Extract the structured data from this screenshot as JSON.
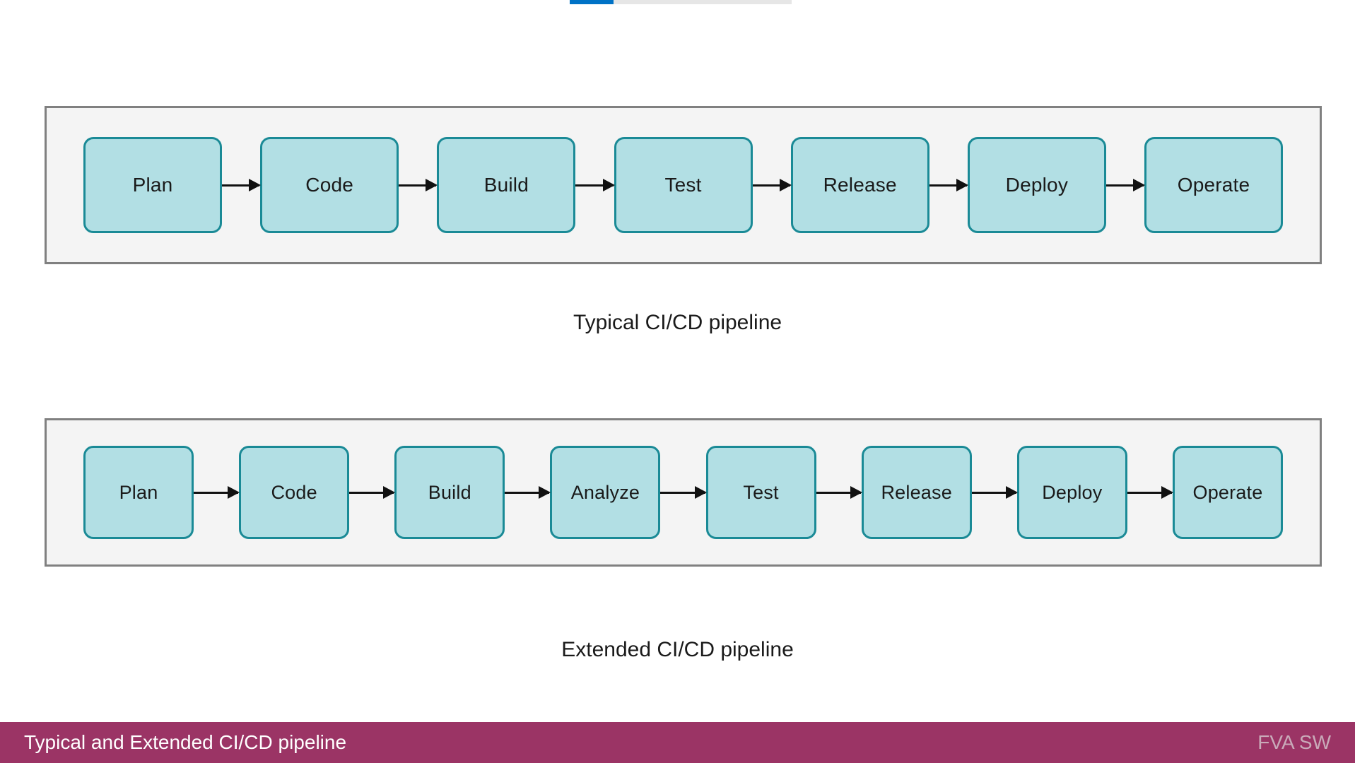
{
  "progress": {
    "name": "slide-progress-bar",
    "fill_color": "#0072c6",
    "track_color": "#e6e6e6",
    "percent": 20
  },
  "colors": {
    "node_fill": "#b2dfe4",
    "node_border": "#1a8a96",
    "panel_fill": "#f4f4f4",
    "panel_border": "#808080",
    "arrow": "#111111",
    "footer_bar": "#9b3465",
    "footer_title_text": "#ffffff",
    "footer_brand_text": "#c9aab9"
  },
  "diagrams": [
    {
      "id": "typical",
      "caption": "Typical CI/CD pipeline",
      "nodes": [
        {
          "label": "Plan"
        },
        {
          "label": "Code"
        },
        {
          "label": "Build"
        },
        {
          "label": "Test"
        },
        {
          "label": "Release"
        },
        {
          "label": "Deploy"
        },
        {
          "label": "Operate"
        }
      ]
    },
    {
      "id": "extended",
      "caption": "Extended CI/CD pipeline",
      "nodes": [
        {
          "label": "Plan"
        },
        {
          "label": "Code"
        },
        {
          "label": "Build"
        },
        {
          "label": "Analyze"
        },
        {
          "label": "Test"
        },
        {
          "label": "Release"
        },
        {
          "label": "Deploy"
        },
        {
          "label": "Operate"
        }
      ]
    }
  ],
  "footer": {
    "title": "Typical and Extended CI/CD pipeline",
    "brand": "FVA SW"
  }
}
